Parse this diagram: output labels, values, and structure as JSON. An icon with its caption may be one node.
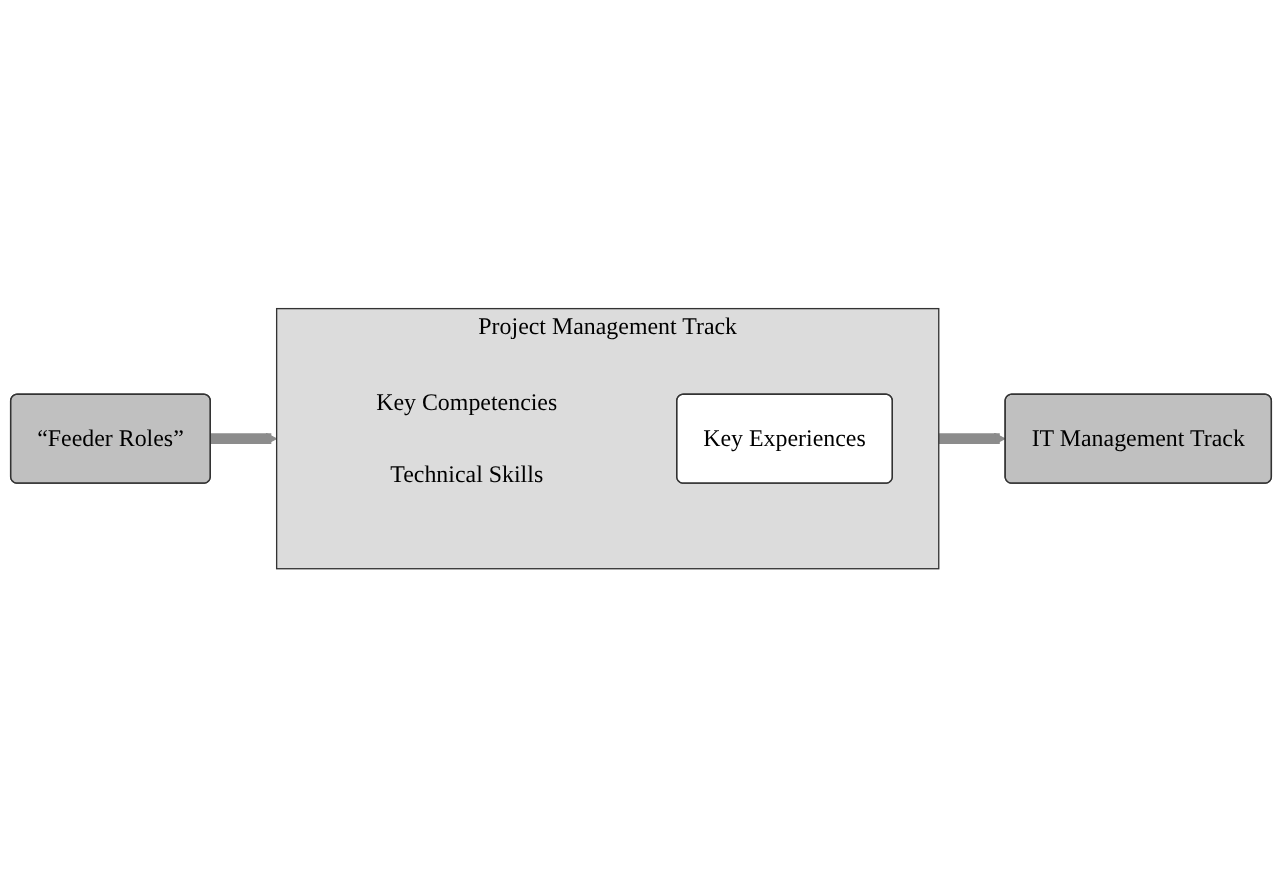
{
  "diagram": {
    "nodes": [
      {
        "text": [
          "IT Management Track"
        ]
      },
      {
        "text": [
          "“Feeder Roles”"
        ]
      },
      {
        "text": [
          "Project Management Track",
          "Key Competencies",
          "Technical Skills"
        ]
      },
      {
        "text": [
          "Key Experiences"
        ],
        "in": 2
      }
    ],
    "edges": [
      {
        "from": 1,
        "to": 2,
        "arrow": "to"
      },
      {
        "from": 2,
        "to": 0,
        "arrow": "to"
      }
    ]
  }
}
